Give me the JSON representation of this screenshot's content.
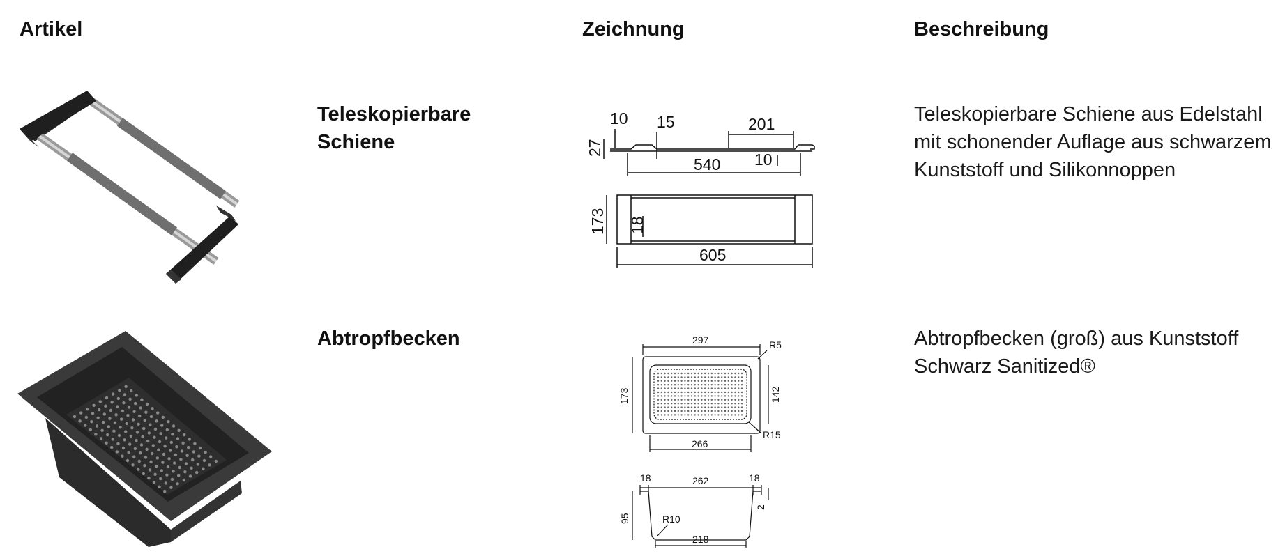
{
  "headers": {
    "artikel": "Artikel",
    "zeichnung": "Zeichnung",
    "beschreibung": "Beschreibung"
  },
  "items": [
    {
      "name_line1": "Teleskopierbare",
      "name_line2": "Schiene",
      "desc_lines": [
        "Teleskopierbare Schiene aus Edelstahl",
        "mit schonender Auflage aus schwarzem",
        "Kunststoff und Silikonnoppen"
      ],
      "dims": {
        "d10a": "10",
        "d15": "15",
        "d201": "201",
        "d27": "27",
        "d540": "540",
        "d10b": "10",
        "d173": "173",
        "d18": "18",
        "d605": "605"
      }
    },
    {
      "name_line1": "Abtropfbecken",
      "desc_lines": [
        "Abtropfbecken (groß) aus Kunststoff",
        "Schwarz Sanitized®"
      ],
      "dims": {
        "d297": "297",
        "r5": "R5",
        "d173": "173",
        "d142": "142",
        "r15": "R15",
        "d266": "266",
        "d18a": "18",
        "d262": "262",
        "d18b": "18",
        "d95": "95",
        "r10": "R10",
        "d2": "2",
        "d218": "218"
      }
    }
  ]
}
